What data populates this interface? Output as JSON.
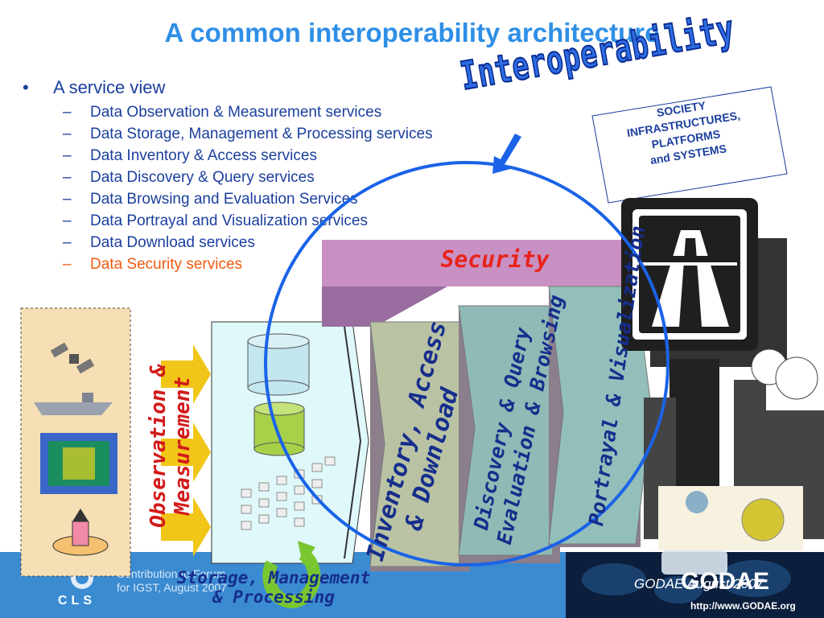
{
  "slide": {
    "title": "A common interoperability architecture",
    "bullet_main": "A service view",
    "bullet_marker": "•",
    "dash": "–",
    "sub_items": [
      {
        "text": "Data Observation & Measurement services",
        "color": "#1b3f9e"
      },
      {
        "text": "Data Storage, Management & Processing services",
        "color": "#1b3f9e"
      },
      {
        "text": "Data Inventory & Access services",
        "color": "#1b3f9e"
      },
      {
        "text": "Data Discovery & Query services",
        "color": "#1b3f9e"
      },
      {
        "text": "Data Browsing and Evaluation Services",
        "color": "#1b3f9e"
      },
      {
        "text": "Data Portrayal and Visualization services",
        "color": "#1b3f9e"
      },
      {
        "text": "Data Download services",
        "color": "#1b3f9e"
      },
      {
        "text": "Data Security services",
        "color": "#ee5a10"
      }
    ]
  },
  "diagram": {
    "interoperability_label": "Interoperability",
    "society_lines": [
      "SOCIETY",
      "INFRASTRUCTURES,",
      "PLATFORMS",
      "and SYSTEMS"
    ],
    "security_label": "Security",
    "observation_lines": [
      "Observation &",
      "Measurement"
    ],
    "storage_lines": [
      "Storage, Management",
      "& Processing"
    ],
    "inventory_lines": [
      "Inventory, Access",
      "& Download"
    ],
    "discovery_lines": [
      "Discovery & Query",
      "Evaluation & Browsing"
    ],
    "portrayal_label": "Portrayal & Visualization",
    "colors": {
      "security_fill": "#c990c3",
      "observation_text": "#d21a1a",
      "stage_text": "#162e8c",
      "circle": "#1a63e8",
      "arrow_yellow": "#f2c618"
    }
  },
  "footer": {
    "contribution_lines": [
      "Contribution to Forum",
      "for IGST, August 2007"
    ],
    "cls_label": "CLS",
    "godae_date": "GODAE August 2007",
    "godae_logo": "GODAE",
    "url": "http://www.GODAE.org"
  },
  "icons": [
    "satellite-icon",
    "ship-icon",
    "ocean-model-cube-icon",
    "buoy-icon",
    "database-icon",
    "flowchart-icon",
    "recycle-arrow-icon",
    "highway-sign-icon",
    "city-skyline-icon",
    "inspire-logo-icon",
    "geo-logo-icon",
    "cls-logo-icon"
  ]
}
